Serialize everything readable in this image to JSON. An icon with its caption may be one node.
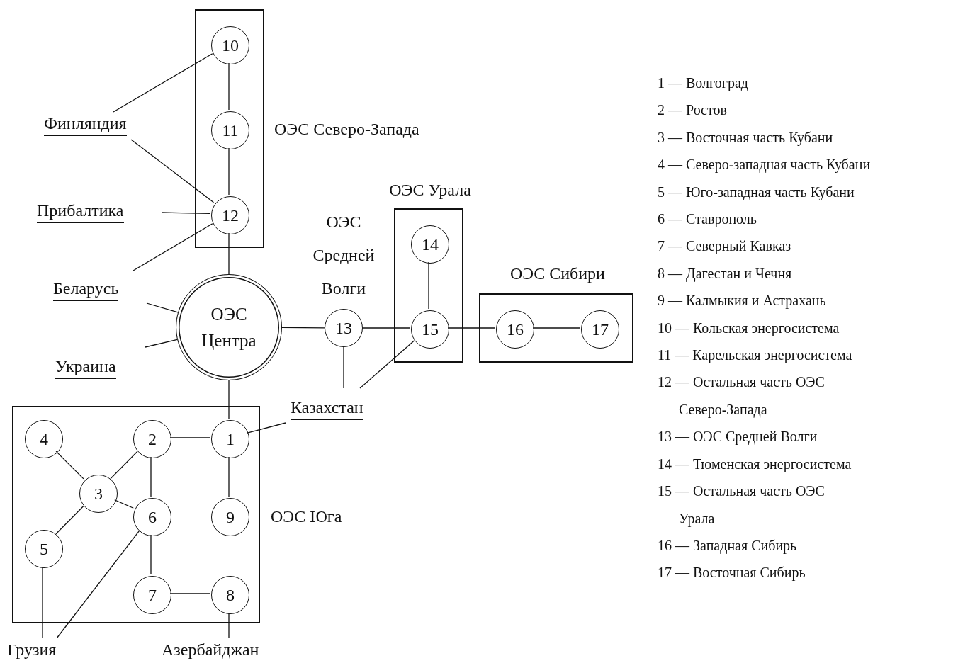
{
  "diagram": {
    "nodes": [
      {
        "text": [
          "ОЭС Северо-Запада"
        ]
      },
      {
        "text": [
          "10"
        ],
        "in": 0
      },
      {
        "text": [
          "11"
        ],
        "in": 0
      },
      {
        "text": [
          "12"
        ],
        "in": 0
      },
      {
        "text": [
          "Финляндия"
        ]
      },
      {
        "text": [
          "Прибалтика"
        ]
      },
      {
        "text": [
          "Беларусь"
        ]
      },
      {
        "text": [
          "ОЭС Центра"
        ]
      },
      {
        "text": [
          "Украина"
        ]
      },
      {
        "text": [
          "ОЭС Урала"
        ]
      },
      {
        "text": [
          "14"
        ],
        "in": 9
      },
      {
        "text": [
          "15"
        ],
        "in": 9
      },
      {
        "text": [
          "13"
        ],
        "beside": [
          "ОЭС Средней Волги"
        ]
      },
      {
        "text": [
          "ОЭС Сибири"
        ]
      },
      {
        "text": [
          "16"
        ],
        "in": 13
      },
      {
        "text": [
          "17"
        ],
        "in": 13
      },
      {
        "text": [
          "Казахстан"
        ]
      },
      {
        "text": [
          "ОЭС Юга"
        ]
      },
      {
        "text": [
          "4"
        ],
        "in": 17
      },
      {
        "text": [
          "2"
        ],
        "in": 17
      },
      {
        "text": [
          "1"
        ],
        "in": 17
      },
      {
        "text": [
          "3"
        ],
        "in": 17
      },
      {
        "text": [
          "6"
        ],
        "in": 17
      },
      {
        "text": [
          "9"
        ],
        "in": 17
      },
      {
        "text": [
          "5"
        ],
        "in": 17
      },
      {
        "text": [
          "7"
        ],
        "in": 17
      },
      {
        "text": [
          "8"
        ],
        "in": 17
      },
      {
        "text": [
          "Грузия"
        ]
      },
      {
        "text": [
          "Азербайджан"
        ]
      }
    ],
    "edges": [
      {
        "from": 1,
        "to": 2,
        "arrow": "none"
      },
      {
        "from": 2,
        "to": 3,
        "arrow": "none"
      },
      {
        "from": 4,
        "to": 1,
        "arrow": "none"
      },
      {
        "from": 4,
        "to": 3,
        "arrow": "none"
      },
      {
        "from": 5,
        "to": 3,
        "arrow": "none"
      },
      {
        "from": 6,
        "to": 3,
        "arrow": "none"
      },
      {
        "from": 3,
        "to": 7,
        "arrow": "none"
      },
      {
        "from": 6,
        "to": 7,
        "arrow": "none"
      },
      {
        "from": 8,
        "to": 7,
        "arrow": "none"
      },
      {
        "from": 7,
        "to": 12,
        "arrow": "none"
      },
      {
        "from": 12,
        "to": 11,
        "arrow": "none"
      },
      {
        "from": 10,
        "to": 11,
        "arrow": "none"
      },
      {
        "from": 11,
        "to": 14,
        "arrow": "none"
      },
      {
        "from": 14,
        "to": 15,
        "arrow": "none"
      },
      {
        "from": 12,
        "to": 16,
        "arrow": "none"
      },
      {
        "from": 11,
        "to": 16,
        "arrow": "none"
      },
      {
        "from": 7,
        "to": 20,
        "arrow": "none"
      },
      {
        "from": 16,
        "to": 20,
        "arrow": "none"
      },
      {
        "from": 20,
        "to": 19,
        "arrow": "none"
      },
      {
        "from": 20,
        "to": 23,
        "arrow": "none"
      },
      {
        "from": 18,
        "to": 21,
        "arrow": "none"
      },
      {
        "from": 19,
        "to": 21,
        "arrow": "none"
      },
      {
        "from": 19,
        "to": 22,
        "arrow": "none"
      },
      {
        "from": 21,
        "to": 22,
        "arrow": "none"
      },
      {
        "from": 21,
        "to": 24,
        "arrow": "none"
      },
      {
        "from": 22,
        "to": 25,
        "arrow": "none"
      },
      {
        "from": 25,
        "to": 26,
        "arrow": "none"
      },
      {
        "from": 24,
        "to": 27,
        "arrow": "none"
      },
      {
        "from": 22,
        "to": 27,
        "arrow": "none"
      },
      {
        "from": 26,
        "to": 28,
        "arrow": "none"
      }
    ],
    "labels": [
      "1 — Волгоград",
      "2 — Ростов",
      "3 — Восточная часть Кубани",
      "4 — Северо-западная часть Кубани",
      "5 — Юго-западная часть Кубани",
      "6 — Ставрополь",
      "7 — Северный Кавказ",
      "8 — Дагестан и Чечня",
      "9 — Калмыкия и Астрахань",
      "10 — Кольская энергосистема",
      "11 — Карельская энергосистема",
      "12 — Остальная часть ОЭС Северо-Запада",
      "13 — ОЭС Средней Волги",
      "14 — Тюменская энергосистема",
      "15 — Остальная часть ОЭС Урала",
      "16 — Западная Сибирь",
      "17 — Восточная Сибирь"
    ]
  }
}
